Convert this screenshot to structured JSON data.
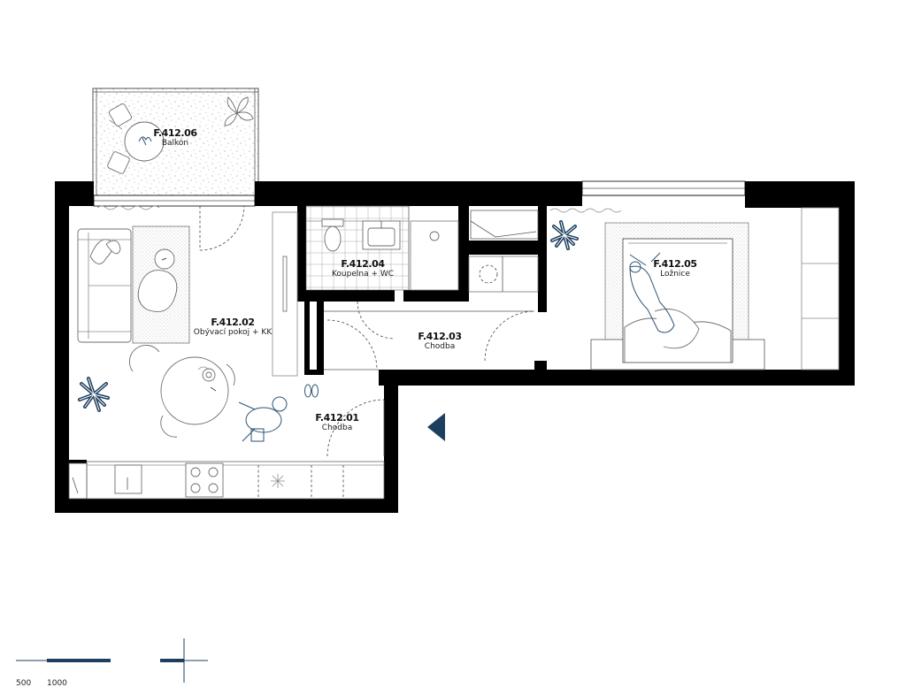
{
  "rooms": {
    "balkon": {
      "code": "F.412.06",
      "name": "Balkón"
    },
    "obyvaci": {
      "code": "F.412.02",
      "name": "Obývací pokoj + KK"
    },
    "koupelna": {
      "code": "F.412.04",
      "name": "Koupelna + WC"
    },
    "chodba3": {
      "code": "F.412.03",
      "name": "Chodba"
    },
    "loznice": {
      "code": "F.412.05",
      "name": "Ložnice"
    },
    "chodba1": {
      "code": "F.412.01",
      "name": "Chodba"
    }
  },
  "scale": {
    "label_1": "500",
    "label_2": "1000"
  },
  "colors": {
    "wall": "#000000",
    "accent": "#1d3f5f",
    "furniture_line": "#6e6e6e"
  },
  "icons": {
    "entrance": "entrance-arrow-icon",
    "north": "north-cross-icon"
  }
}
